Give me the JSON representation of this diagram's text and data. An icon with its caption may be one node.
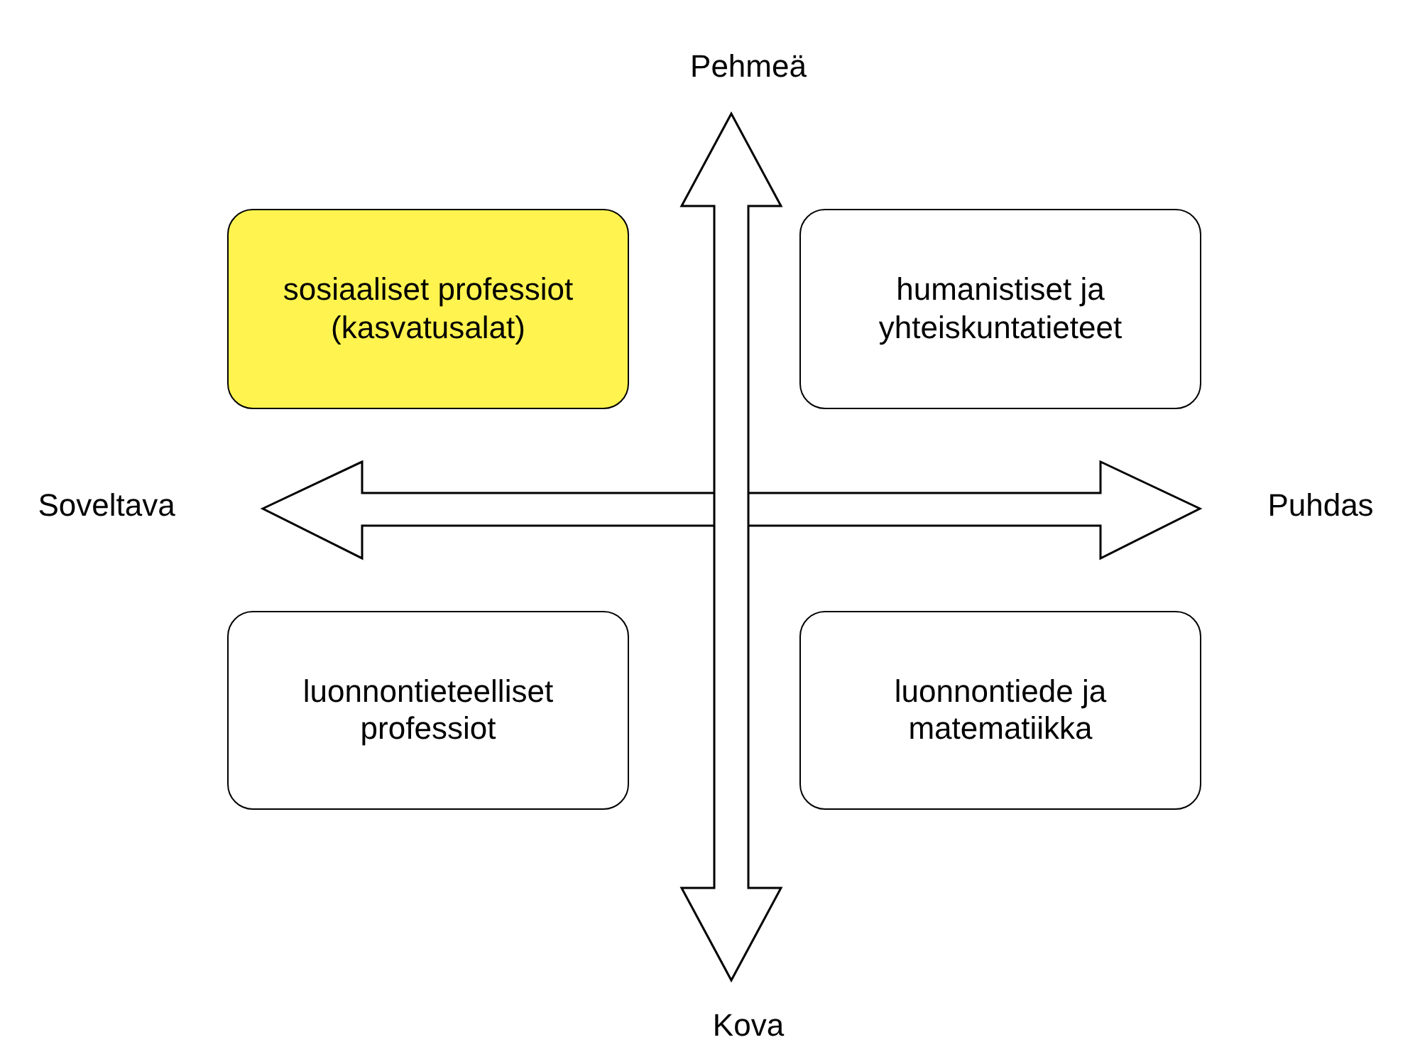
{
  "diagram": {
    "nodes": [
      {
        "text": [
          "sosiaaliset professiot (kasvatusalat)"
        ]
      },
      {
        "text": [
          "humanistiset ja yhteiskuntatieteet"
        ]
      },
      {
        "text": [
          "luonnontieteelliset professiot"
        ]
      },
      {
        "text": [
          "luonnontiede ja matematiikka"
        ]
      }
    ],
    "labels": [
      "Pehmeä",
      "Soveltava",
      "Puhdas",
      "Kova"
    ]
  }
}
